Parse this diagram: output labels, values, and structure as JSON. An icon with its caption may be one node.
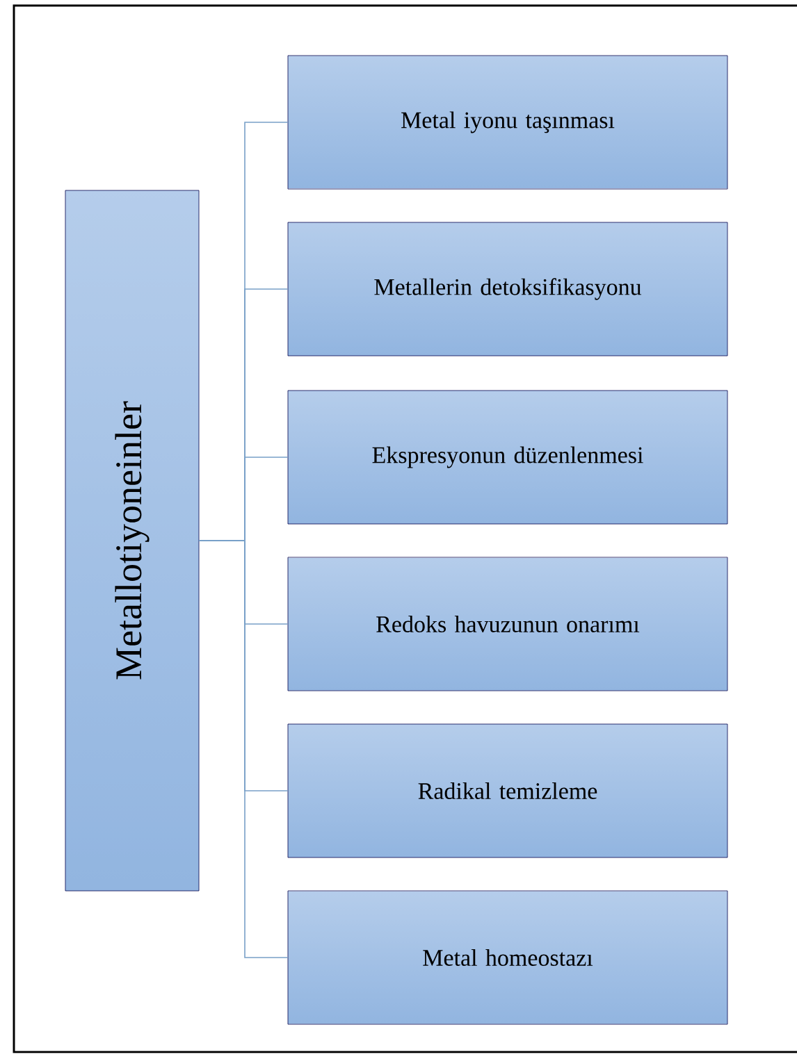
{
  "diagram": {
    "nodes": [
      {
        "text": [
          "Metallotiyoneinler"
        ]
      },
      {
        "text": [
          "Metal iyonu taşınması"
        ]
      },
      {
        "text": [
          "Metallerin detoksifikasyonu"
        ]
      },
      {
        "text": [
          "Ekspresyonun düzenlenmesi"
        ]
      },
      {
        "text": [
          "Redoks havuzunun onarımı"
        ]
      },
      {
        "text": [
          "Radikal temizleme"
        ]
      },
      {
        "text": [
          "Metal homeostazı"
        ]
      }
    ],
    "edges": [
      {
        "from": 0,
        "to": 1,
        "arrow": "none"
      },
      {
        "from": 0,
        "to": 2,
        "arrow": "none"
      },
      {
        "from": 0,
        "to": 3,
        "arrow": "none"
      },
      {
        "from": 0,
        "to": 4,
        "arrow": "none"
      },
      {
        "from": 0,
        "to": 5,
        "arrow": "none"
      },
      {
        "from": 0,
        "to": 6,
        "arrow": "none"
      }
    ]
  }
}
